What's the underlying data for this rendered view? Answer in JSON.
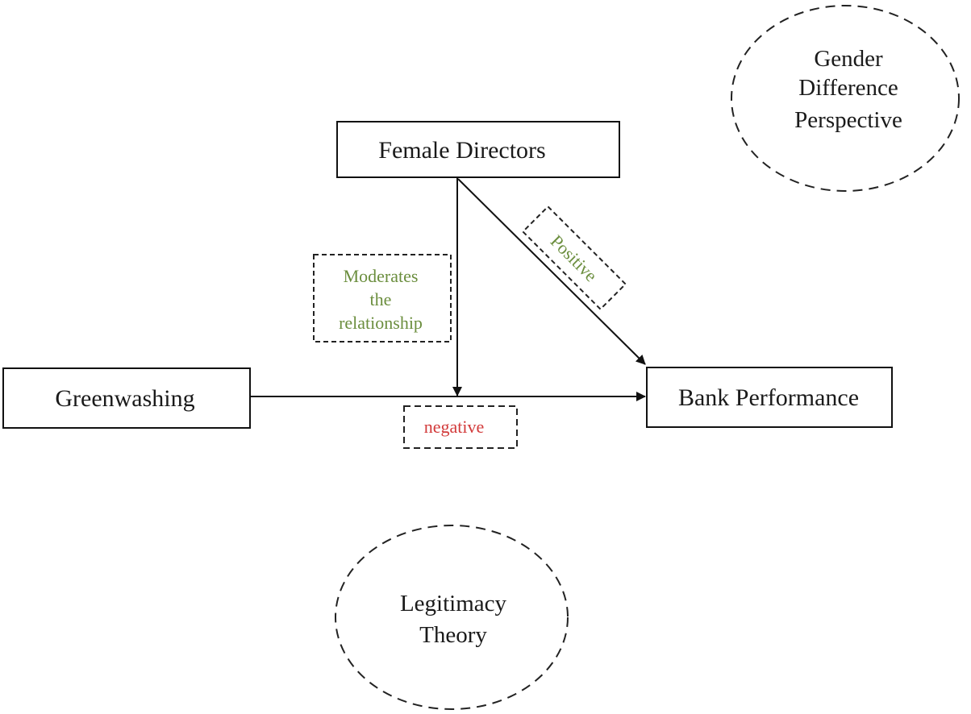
{
  "colors": {
    "positive": "#6b8e3e",
    "negative": "#d23a3a",
    "line": "#111111"
  },
  "nodes": {
    "female_directors": "Female Directors",
    "greenwashing": "Greenwashing",
    "bank_performance": "Bank Performance"
  },
  "labels": {
    "moderates": [
      "Moderates",
      "the",
      "relationship"
    ],
    "positive": "Positive",
    "negative": "negative"
  },
  "theories": {
    "gender": [
      "Gender",
      "Difference",
      "Perspective"
    ],
    "legitimacy": [
      "Legitimacy",
      "Theory"
    ]
  }
}
